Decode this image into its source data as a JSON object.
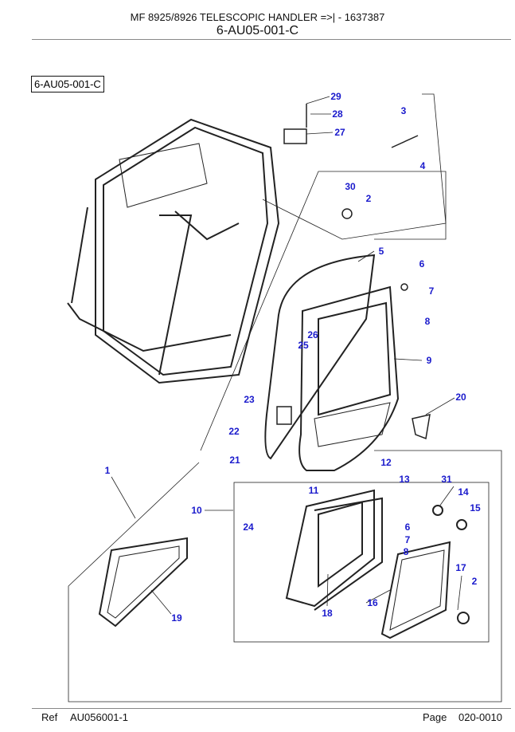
{
  "header": {
    "title": "MF 8925/8926  TELESCOPIC  HANDLER =>| - 1637387",
    "subtitle": "6-AU05-001-C"
  },
  "diagram": {
    "ref_label": "6-AU05-001-C",
    "callouts": [
      "29",
      "28",
      "27",
      "3",
      "4",
      "30",
      "2",
      "5",
      "6",
      "7",
      "8",
      "26",
      "25",
      "9",
      "20",
      "23",
      "22",
      "21",
      "12",
      "1",
      "13",
      "31",
      "11",
      "14",
      "10",
      "15",
      "24",
      "6",
      "7",
      "8",
      "17",
      "2",
      "16",
      "18",
      "19"
    ]
  },
  "footer": {
    "ref_label": "Ref",
    "ref_value": "AU056001-1",
    "page_label": "Page",
    "page_value": "020-0010"
  }
}
